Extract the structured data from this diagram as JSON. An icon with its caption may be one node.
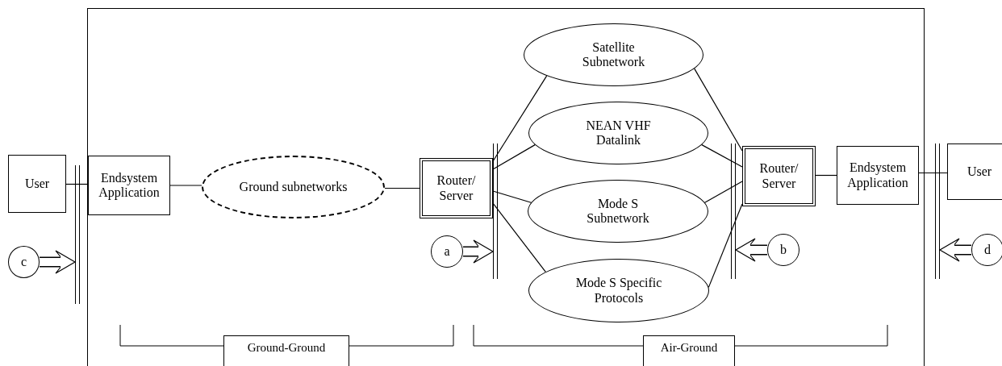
{
  "diagram": {
    "nodes": [
      {
        "text": [
          "User"
        ]
      },
      {
        "text": [
          "Endsystem Application"
        ]
      },
      {
        "text": [
          "Ground subnetworks"
        ]
      },
      {
        "text": [
          "Router/ Server"
        ]
      },
      {
        "text": [
          "Satellite Subnetwork"
        ]
      },
      {
        "text": [
          "NEAN VHF Datalink"
        ]
      },
      {
        "text": [
          "Mode S Subnetwork"
        ]
      },
      {
        "text": [
          "Mode S Specific Protocols"
        ]
      },
      {
        "text": [
          "Router/ Server"
        ]
      },
      {
        "text": [
          "Endsystem Application"
        ]
      },
      {
        "text": [
          "User"
        ]
      },
      {
        "text": [
          "c"
        ]
      },
      {
        "text": [
          "a"
        ]
      },
      {
        "text": [
          "b"
        ]
      },
      {
        "text": [
          "d"
        ]
      },
      {
        "text": [],
        "shape": "bar"
      },
      {
        "text": [],
        "shape": "bar"
      },
      {
        "text": [],
        "shape": "bar"
      },
      {
        "text": [],
        "shape": "bar"
      },
      {
        "text": [
          "Ground-Ground"
        ]
      },
      {
        "text": [
          "Air-Ground"
        ]
      }
    ],
    "edges": [
      {
        "from": 0,
        "to": 1,
        "arrow": "none"
      },
      {
        "from": 1,
        "to": 2,
        "arrow": "none"
      },
      {
        "from": 2,
        "to": 3,
        "arrow": "none"
      },
      {
        "from": 3,
        "to": 4,
        "arrow": "none"
      },
      {
        "from": 3,
        "to": 5,
        "arrow": "none"
      },
      {
        "from": 3,
        "to": 6,
        "arrow": "none"
      },
      {
        "from": 3,
        "to": 7,
        "arrow": "none"
      },
      {
        "from": 4,
        "to": 8,
        "arrow": "none"
      },
      {
        "from": 5,
        "to": 8,
        "arrow": "none"
      },
      {
        "from": 6,
        "to": 8,
        "arrow": "none"
      },
      {
        "from": 7,
        "to": 8,
        "arrow": "none"
      },
      {
        "from": 8,
        "to": 9,
        "arrow": "none"
      },
      {
        "from": 9,
        "to": 10,
        "arrow": "none"
      },
      {
        "from": 11,
        "to": 15,
        "arrow": "to"
      },
      {
        "from": 12,
        "to": 16,
        "arrow": "to"
      },
      {
        "from": 13,
        "to": 17,
        "arrow": "to"
      },
      {
        "from": 14,
        "to": 18,
        "arrow": "to"
      }
    ]
  }
}
